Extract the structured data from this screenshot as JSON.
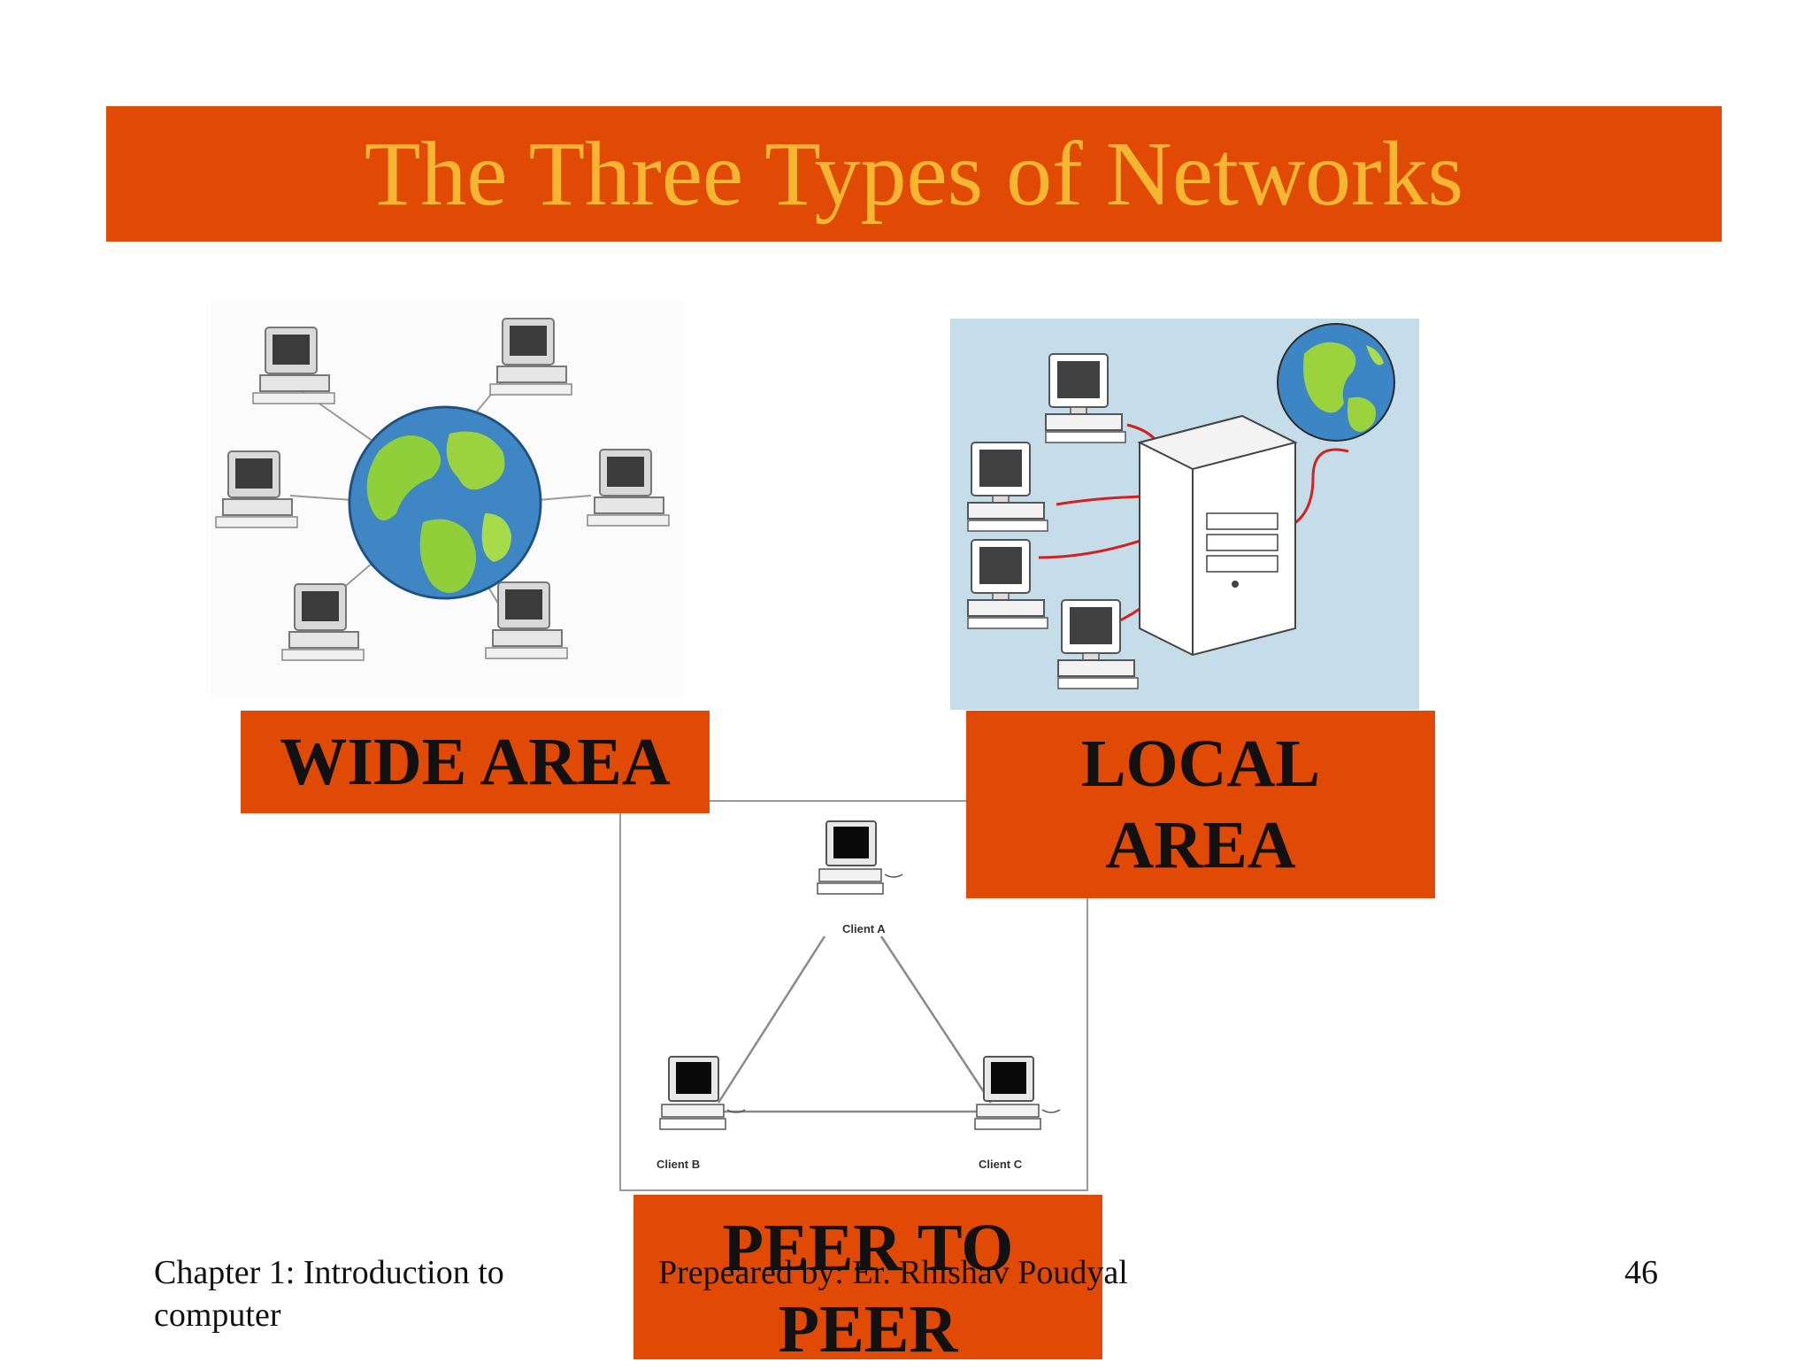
{
  "slide": {
    "title": "The Three Types of Networks",
    "labels": {
      "wide_area": "WIDE AREA",
      "local_area": "LOCAL AREA",
      "peer_to_peer": "PEER TO PEER"
    },
    "diagram": {
      "client_a": "Client A",
      "client_b": "Client B",
      "client_c": "Client C"
    },
    "footer": {
      "chapter": "Chapter 1: Introduction to computer",
      "author": "Prepeared by: Er. Rhishav Poudyal",
      "page_number": "46"
    }
  },
  "colors": {
    "title_bar": "#e04a05",
    "title_text": "#f5b731",
    "label_box": "#e04a05",
    "label_text": "#111111"
  },
  "icons": [
    "computer-icon",
    "globe-icon",
    "server-icon"
  ]
}
